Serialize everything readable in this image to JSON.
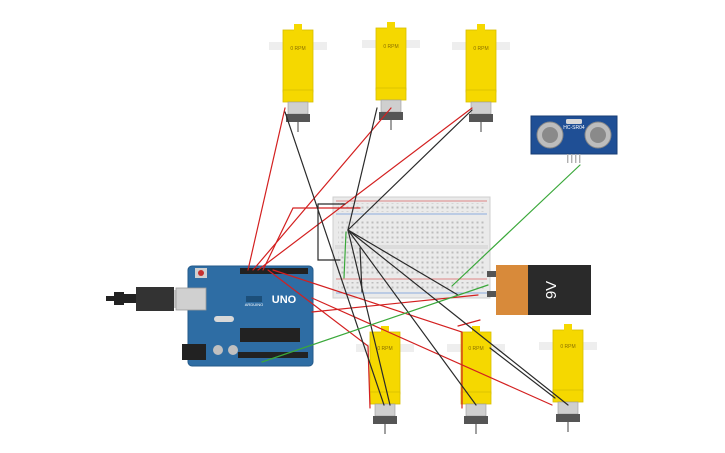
{
  "motors": {
    "label": "0 RPM",
    "count": 6
  },
  "arduino": {
    "brand": "ARDUINO",
    "model": "UNO"
  },
  "sensor": {
    "label": "HC-SR04"
  },
  "battery": {
    "label": "9V"
  },
  "colors": {
    "wire_red": "#d32020",
    "wire_black": "#2a2a2a",
    "wire_green": "#3aa83a",
    "motor_yellow": "#f5d800",
    "arduino_blue": "#2e6da4",
    "sensor_blue": "#1f4f95",
    "battery_orange": "#d88a3a"
  }
}
